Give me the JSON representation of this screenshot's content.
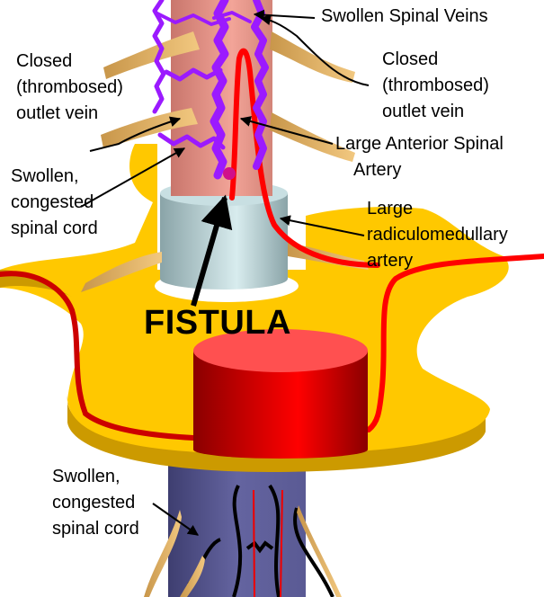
{
  "labels": {
    "swollen_spinal_veins": "Swollen Spinal Veins",
    "closed_left": [
      "Closed",
      "(thrombosed)",
      "outlet vein"
    ],
    "closed_right": [
      "Closed",
      "(thrombosed)",
      "outlet vein"
    ],
    "anterior_artery": [
      "Large Anterior Spinal",
      "Artery"
    ],
    "cord_upper": [
      "Swollen,",
      "congested",
      "spinal cord"
    ],
    "radiculo_artery": [
      "Large",
      "radiculomedullary",
      "artery"
    ],
    "fistula": "FISTULA",
    "cord_lower": [
      "Swollen,",
      "congested",
      "spinal cord"
    ]
  },
  "colors": {
    "vein": "#9b1aff",
    "artery": "#ff0000",
    "bone": "#ffc800",
    "bone_shadow": "#cc9a00",
    "cord_upper": "#e8968a",
    "cord_lower": "#5c5c96",
    "outlet_vein": "#e8b870",
    "dura": "#b8d4d8"
  }
}
